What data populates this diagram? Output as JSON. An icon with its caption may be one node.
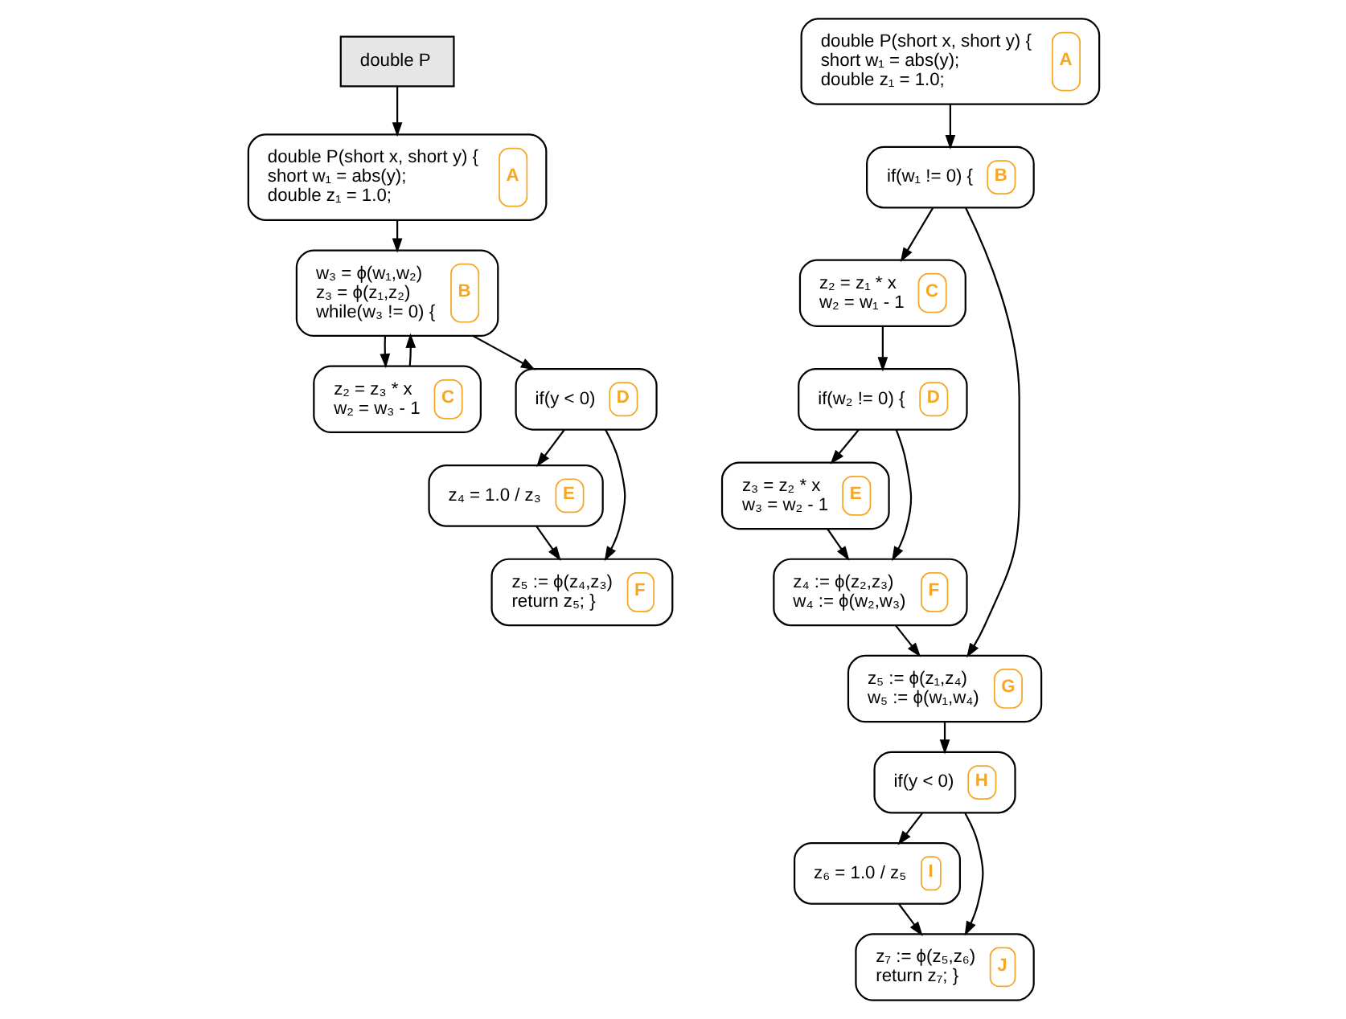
{
  "diagram": {
    "nodes": [
      {
        "text": [
          "double P"
        ]
      },
      {
        "text": [
          "double P(short x, short y) {",
          " short w₁ = abs(y);",
          "double z₁ = 1.0;",
          "A"
        ]
      },
      {
        "text": [
          "w₃ = ϕ(w₁,w₂)",
          "z₃ = ϕ(z₁,z₂)",
          "while(w₃ != 0) {",
          "B"
        ]
      },
      {
        "text": [
          "z₂ = z₃ * x",
          "w₂ = w₃ - 1",
          "C"
        ]
      },
      {
        "text": [
          "if(y < 0)",
          "D"
        ]
      },
      {
        "text": [
          "z₄ = 1.0 / z₃",
          "E"
        ]
      },
      {
        "text": [
          "z₅ := ϕ(z₄,z₃)",
          "return z₅; }",
          "F"
        ]
      },
      {
        "text": [
          "double P(short x, short y) {",
          " short w₁ = abs(y);",
          "double z₁ = 1.0;",
          "A"
        ]
      },
      {
        "text": [
          "if(w₁ != 0) {",
          "B"
        ]
      },
      {
        "text": [
          "z₂ = z₁ * x",
          "w₂ = w₁ - 1",
          "C"
        ]
      },
      {
        "text": [
          "if(w₂ != 0) {",
          "D"
        ]
      },
      {
        "text": [
          "z₃ = z₂ * x",
          "w₃ = w₂ - 1",
          "E"
        ]
      },
      {
        "text": [
          "z₄ := ϕ(z₂,z₃)",
          "w₄ := ϕ(w₂,w₃)",
          "F"
        ]
      },
      {
        "text": [
          "z₅ := ϕ(z₁,z₄)",
          "w₅ := ϕ(w₁,w₄)",
          "G"
        ]
      },
      {
        "text": [
          "if(y < 0)",
          "H"
        ]
      },
      {
        "text": [
          "z₆ = 1.0 / z₅",
          "I"
        ]
      },
      {
        "text": [
          "z₇ := ϕ(z₅,z₆)",
          "return z₇; }",
          "J"
        ]
      }
    ],
    "edges": [
      {
        "from": 0,
        "to": 1,
        "arrow": "to"
      },
      {
        "from": 1,
        "to": 2,
        "arrow": "to"
      },
      {
        "from": 2,
        "to": 3,
        "arrow": "to"
      },
      {
        "from": 3,
        "to": 2,
        "arrow": "to"
      },
      {
        "from": 2,
        "to": 4,
        "arrow": "to"
      },
      {
        "from": 4,
        "to": 5,
        "arrow": "to"
      },
      {
        "from": 4,
        "to": 6,
        "arrow": "to"
      },
      {
        "from": 5,
        "to": 6,
        "arrow": "to"
      },
      {
        "from": 7,
        "to": 8,
        "arrow": "to"
      },
      {
        "from": 8,
        "to": 9,
        "arrow": "to"
      },
      {
        "from": 8,
        "to": 13,
        "arrow": "to"
      },
      {
        "from": 9,
        "to": 10,
        "arrow": "to"
      },
      {
        "from": 10,
        "to": 12,
        "arrow": "to"
      },
      {
        "from": 10,
        "to": 11,
        "arrow": "to"
      },
      {
        "from": 11,
        "to": 12,
        "arrow": "to"
      },
      {
        "from": 12,
        "to": 13,
        "arrow": "to"
      },
      {
        "from": 13,
        "to": 14,
        "arrow": "to"
      },
      {
        "from": 14,
        "to": 15,
        "arrow": "to"
      },
      {
        "from": 14,
        "to": 16,
        "arrow": "to"
      },
      {
        "from": 15,
        "to": 16,
        "arrow": "to"
      }
    ]
  }
}
